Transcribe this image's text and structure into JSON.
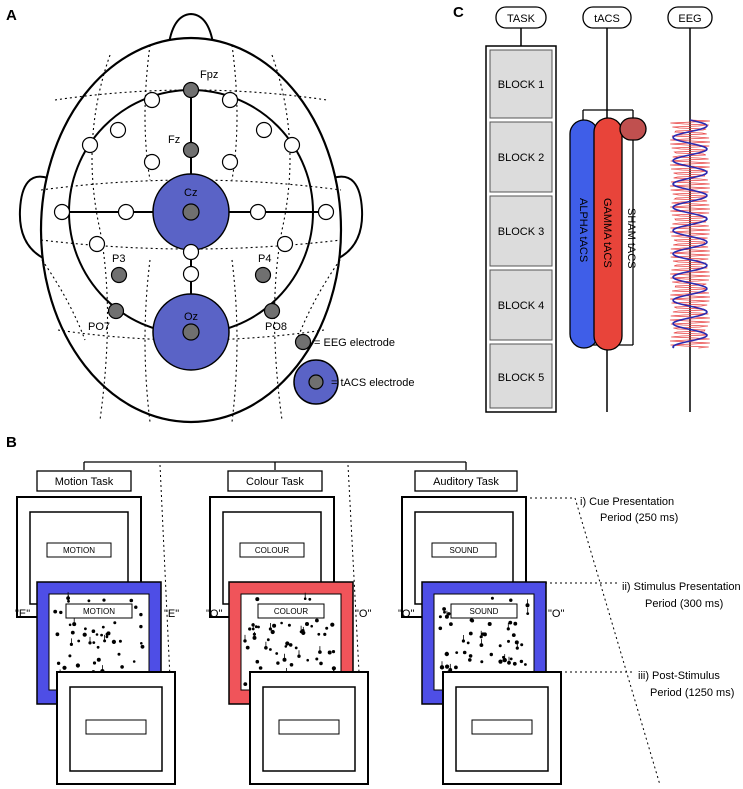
{
  "panels": {
    "a": "A",
    "b": "B",
    "c": "C"
  },
  "panel_a": {
    "electrodes": {
      "fpz": "Fpz",
      "fz": "Fz",
      "cz": "Cz",
      "oz": "Oz",
      "p3": "P3",
      "p4": "P4",
      "po7": "PO7",
      "po8": "PO8"
    },
    "legend": {
      "eeg": "= EEG electrode",
      "tacs": "= tACS electrode"
    },
    "colors": {
      "eeg_electrode": "#707070",
      "tacs_electrode": "#5a63c6"
    }
  },
  "panel_b": {
    "tasks": [
      "Motion Task",
      "Colour Task",
      "Auditory Task"
    ],
    "cue_words": [
      "MOTION",
      "COLOUR",
      "SOUND"
    ],
    "responses": [
      "\"E\"",
      "\"O\"",
      "\"O\""
    ],
    "stimulus_colors": [
      "#4e4ee6",
      "#f0545a",
      "#4e4ee6"
    ],
    "periods": [
      [
        "i) Cue Presentation",
        "Period (250 ms)"
      ],
      [
        "ii) Stimulus Presentation",
        "Period (300 ms)"
      ],
      [
        "iii) Post-Stimulus",
        "Period (1250 ms)"
      ]
    ]
  },
  "panel_c": {
    "headers": {
      "task": "TASK",
      "tacs": "tACS",
      "eeg": "EEG"
    },
    "blocks": [
      "BLOCK 1",
      "BLOCK 2",
      "BLOCK 3",
      "BLOCK 4",
      "BLOCK 5"
    ],
    "conditions": {
      "alpha": "ALPHA tACS",
      "gamma": "GAMMA tACS",
      "sham": "SHAM tACS"
    },
    "colors": {
      "alpha": "#3f5ee8",
      "gamma": "#e8443a",
      "sham": "#c0504f",
      "eeg_wave": "#2a2ab0",
      "eeg_noise": "#e84444"
    }
  }
}
